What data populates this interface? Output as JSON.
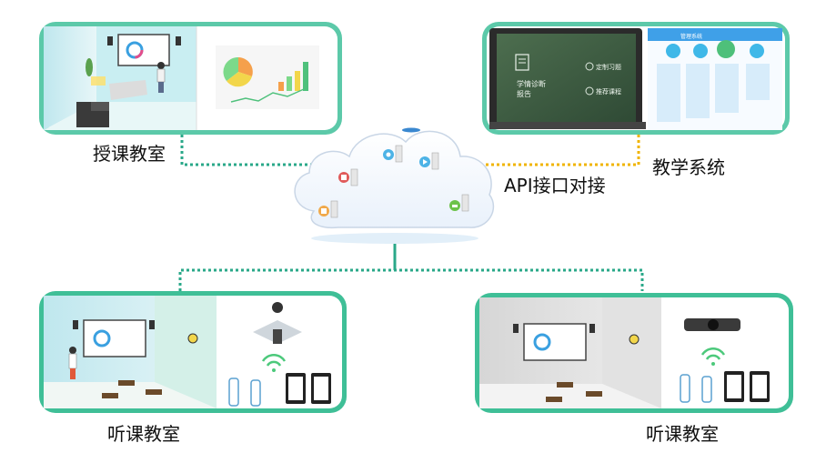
{
  "labels": {
    "lecture_room": "授课教室",
    "teaching_system": "教学系统",
    "api_link": "API接口对接",
    "listen_room_left": "听课教室",
    "listen_room_right": "听课教室"
  },
  "screen_texts": {
    "diagnosis": "学情诊断",
    "report": "报告",
    "practice": "定制习题",
    "recommend": "推荐课程",
    "header": "管理系统"
  },
  "colors": {
    "panel_border": "#3fbf97",
    "api_line": "#f0b400",
    "connector": "#2aa889",
    "cloud_stroke": "#c9d6e6"
  }
}
